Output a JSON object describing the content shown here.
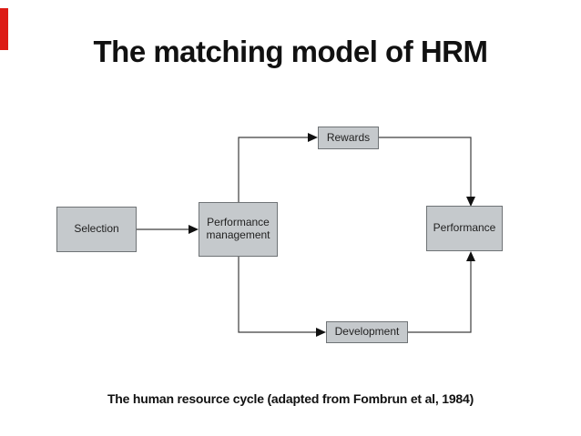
{
  "slide": {
    "title": "The matching model of HRM",
    "caption": "The human resource cycle (adapted from Fombrun et al, 1984)",
    "background_color": "#ffffff",
    "title_color": "#111111",
    "accent_bar_color": "#dd1b15"
  },
  "diagram": {
    "nodes": [
      {
        "id": "selection",
        "label": "Selection"
      },
      {
        "id": "performance-management",
        "label": "Performance management"
      },
      {
        "id": "rewards",
        "label": "Rewards"
      },
      {
        "id": "development",
        "label": "Development"
      },
      {
        "id": "performance",
        "label": "Performance"
      }
    ],
    "edges": [
      {
        "from": "Selection",
        "to": "Performance management"
      },
      {
        "from": "Performance management",
        "to": "Rewards"
      },
      {
        "from": "Rewards",
        "to": "Performance"
      },
      {
        "from": "Performance management",
        "to": "Development"
      },
      {
        "from": "Development",
        "to": "Performance"
      }
    ],
    "node_fill_color": "#c5c9cc",
    "node_border_color": "#6f7376",
    "connector_color": "#3d3d3d",
    "arrowhead_color": "#111111"
  }
}
